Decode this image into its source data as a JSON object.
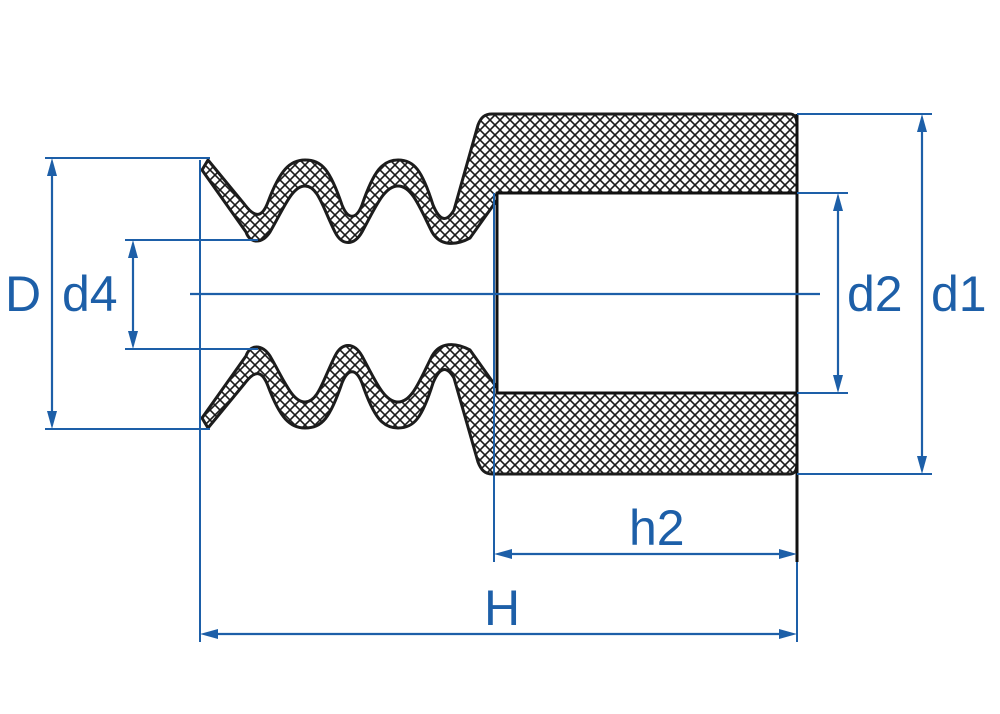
{
  "diagram": {
    "labels": {
      "D": "D",
      "d4": "d4",
      "d2": "d2",
      "d1": "d1",
      "h2": "h2",
      "H": "H"
    },
    "colors": {
      "dimension": "#1d5fa8",
      "outline": "#1c1c1c",
      "hatch": "#1c1c1c",
      "background": "#ffffff"
    }
  }
}
